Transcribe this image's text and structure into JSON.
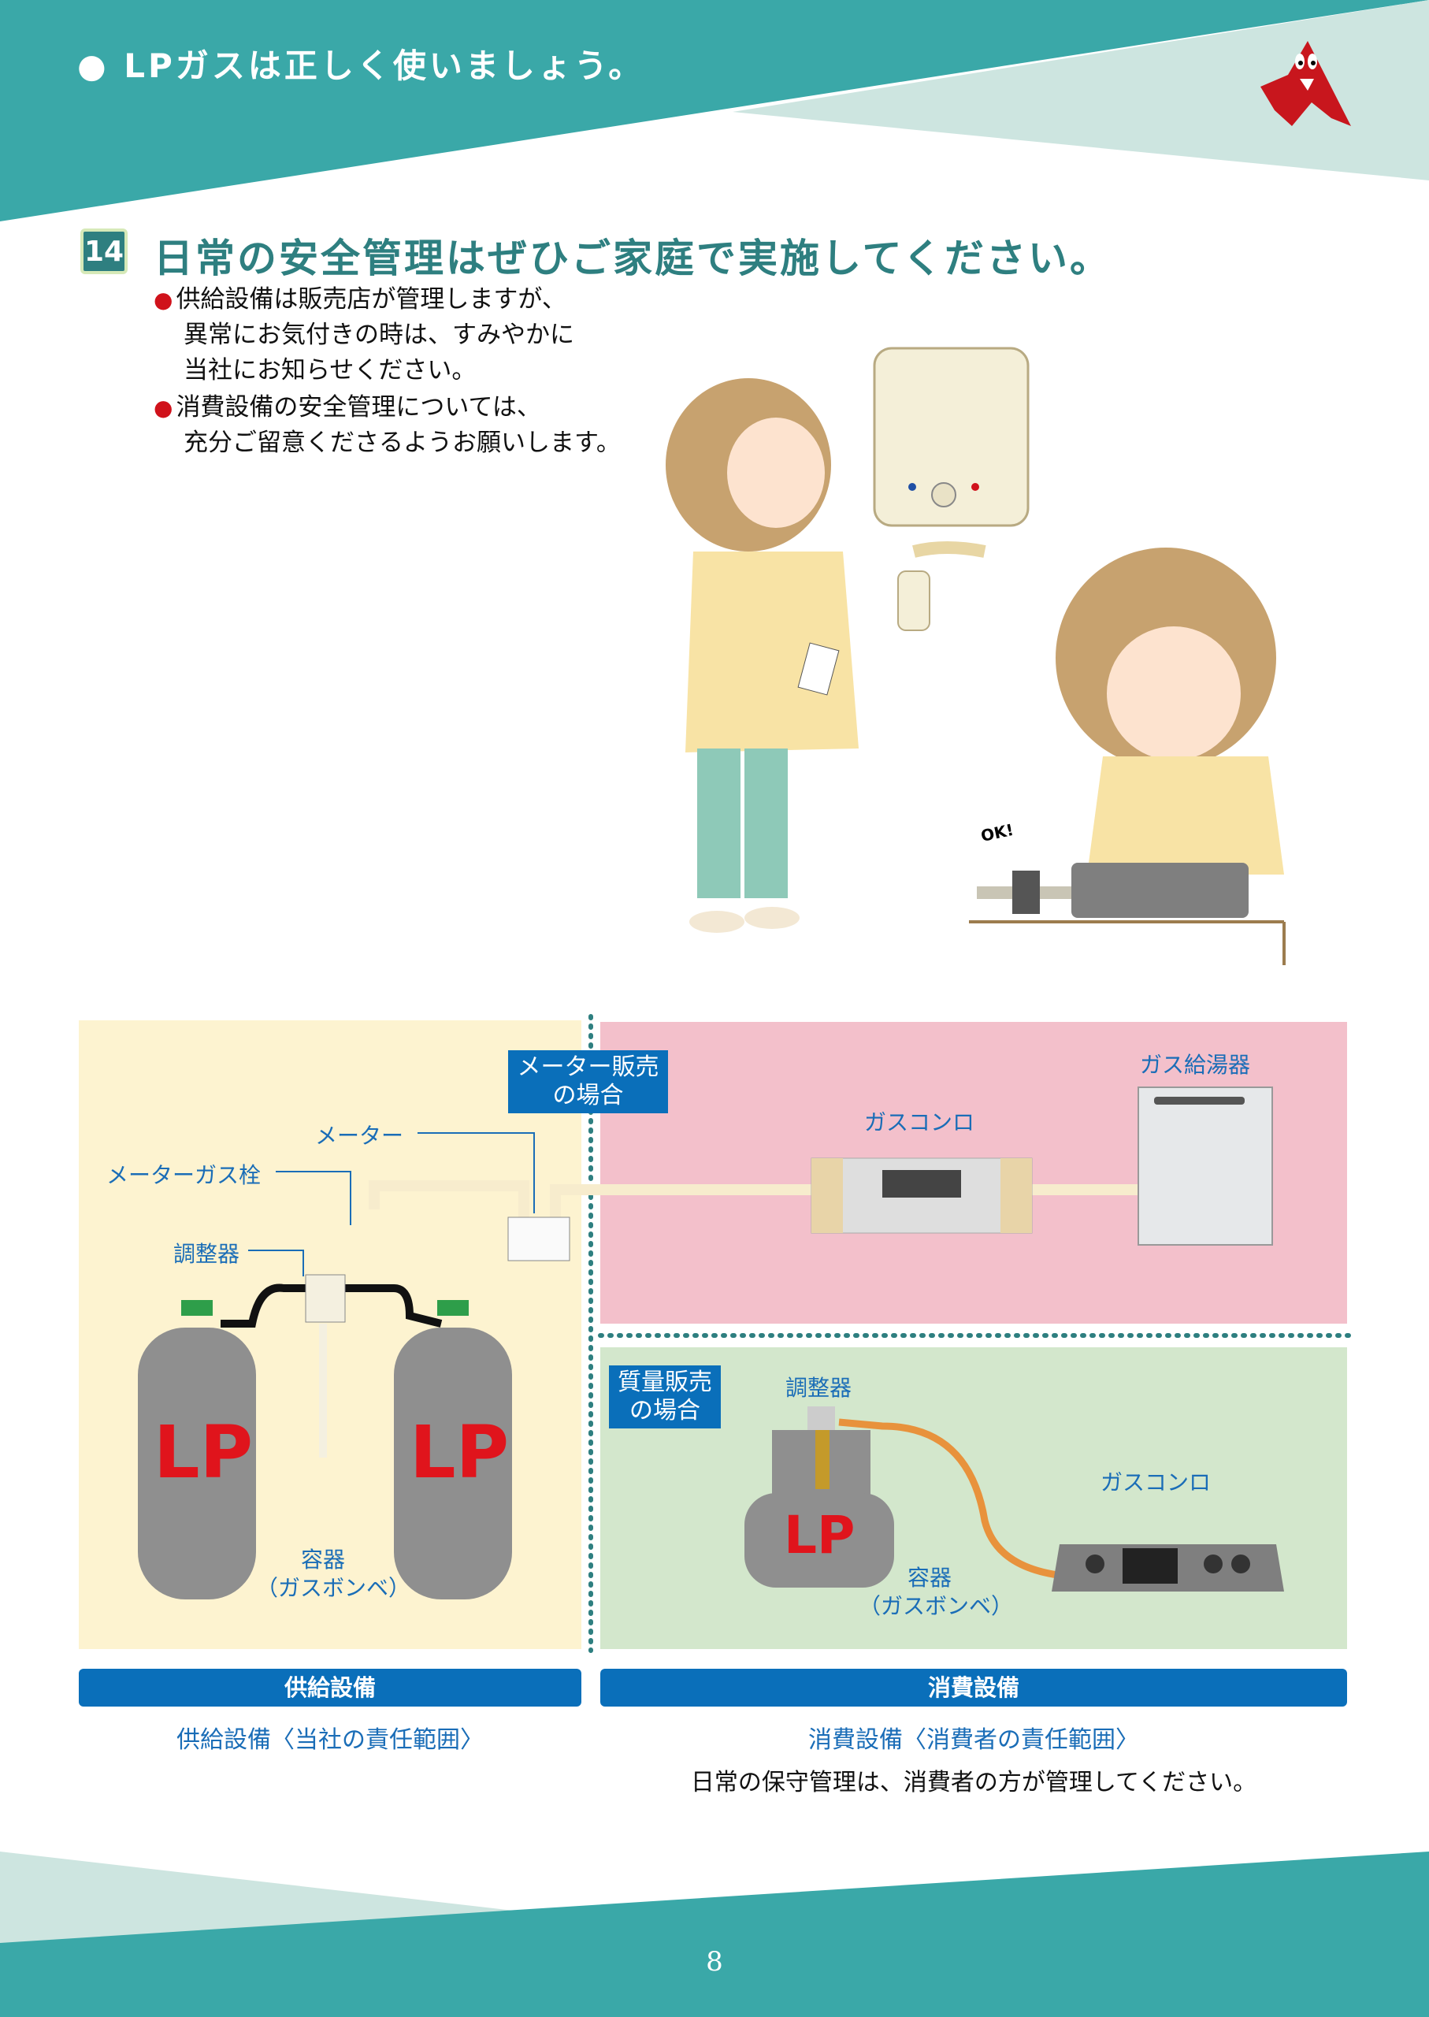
{
  "header": {
    "title": "● LPガスは正しく使いましょう。",
    "brand_color": "#3aa8a8",
    "light_color": "#cde5e0"
  },
  "section": {
    "number": "14",
    "title": "日常の安全管理はぜひご家庭で実施してください。",
    "bullets": [
      {
        "lines": [
          "供給設備は販売店が管理しますが、",
          "異常にお気付きの時は、すみやかに",
          "当社にお知らせください。"
        ]
      },
      {
        "lines": [
          "消費設備の安全管理については、",
          "充分ご留意くださるようお願いします。"
        ]
      }
    ],
    "ok_label": "OK!"
  },
  "diagram": {
    "supply": {
      "meter_sale_box": [
        "メーター販売",
        "の場合"
      ],
      "meter": "メーター",
      "meter_valve": "メーターガス栓",
      "regulator": "調整器",
      "cylinder_mark": "LP",
      "container": [
        "容器",
        "（ガスボンベ）"
      ]
    },
    "consume_meter": {
      "stove": "ガスコンロ",
      "water_heater": "ガス給湯器"
    },
    "consume_mass": {
      "mass_sale_box": [
        "質量販売",
        "の場合"
      ],
      "regulator": "調整器",
      "stove": "ガスコンロ",
      "cylinder_mark": "LP",
      "container": [
        "容器",
        "（ガスボンベ）"
      ]
    },
    "bars": {
      "supply": "供給設備",
      "consume": "消費設備"
    },
    "captions": {
      "supply": "供給設備〈当社の責任範囲〉",
      "consume": "消費設備〈消費者の責任範囲〉",
      "note": "日常の保守管理は、消費者の方が管理してください。"
    },
    "colors": {
      "supply_bg": "#fdf3d0",
      "consume_meter_bg": "#f3c0cb",
      "consume_mass_bg": "#d3e7cc",
      "bar": "#0a6fba",
      "label": "#1a6db7",
      "lp_red": "#e0141c"
    }
  },
  "footer": {
    "page_number": "8"
  }
}
